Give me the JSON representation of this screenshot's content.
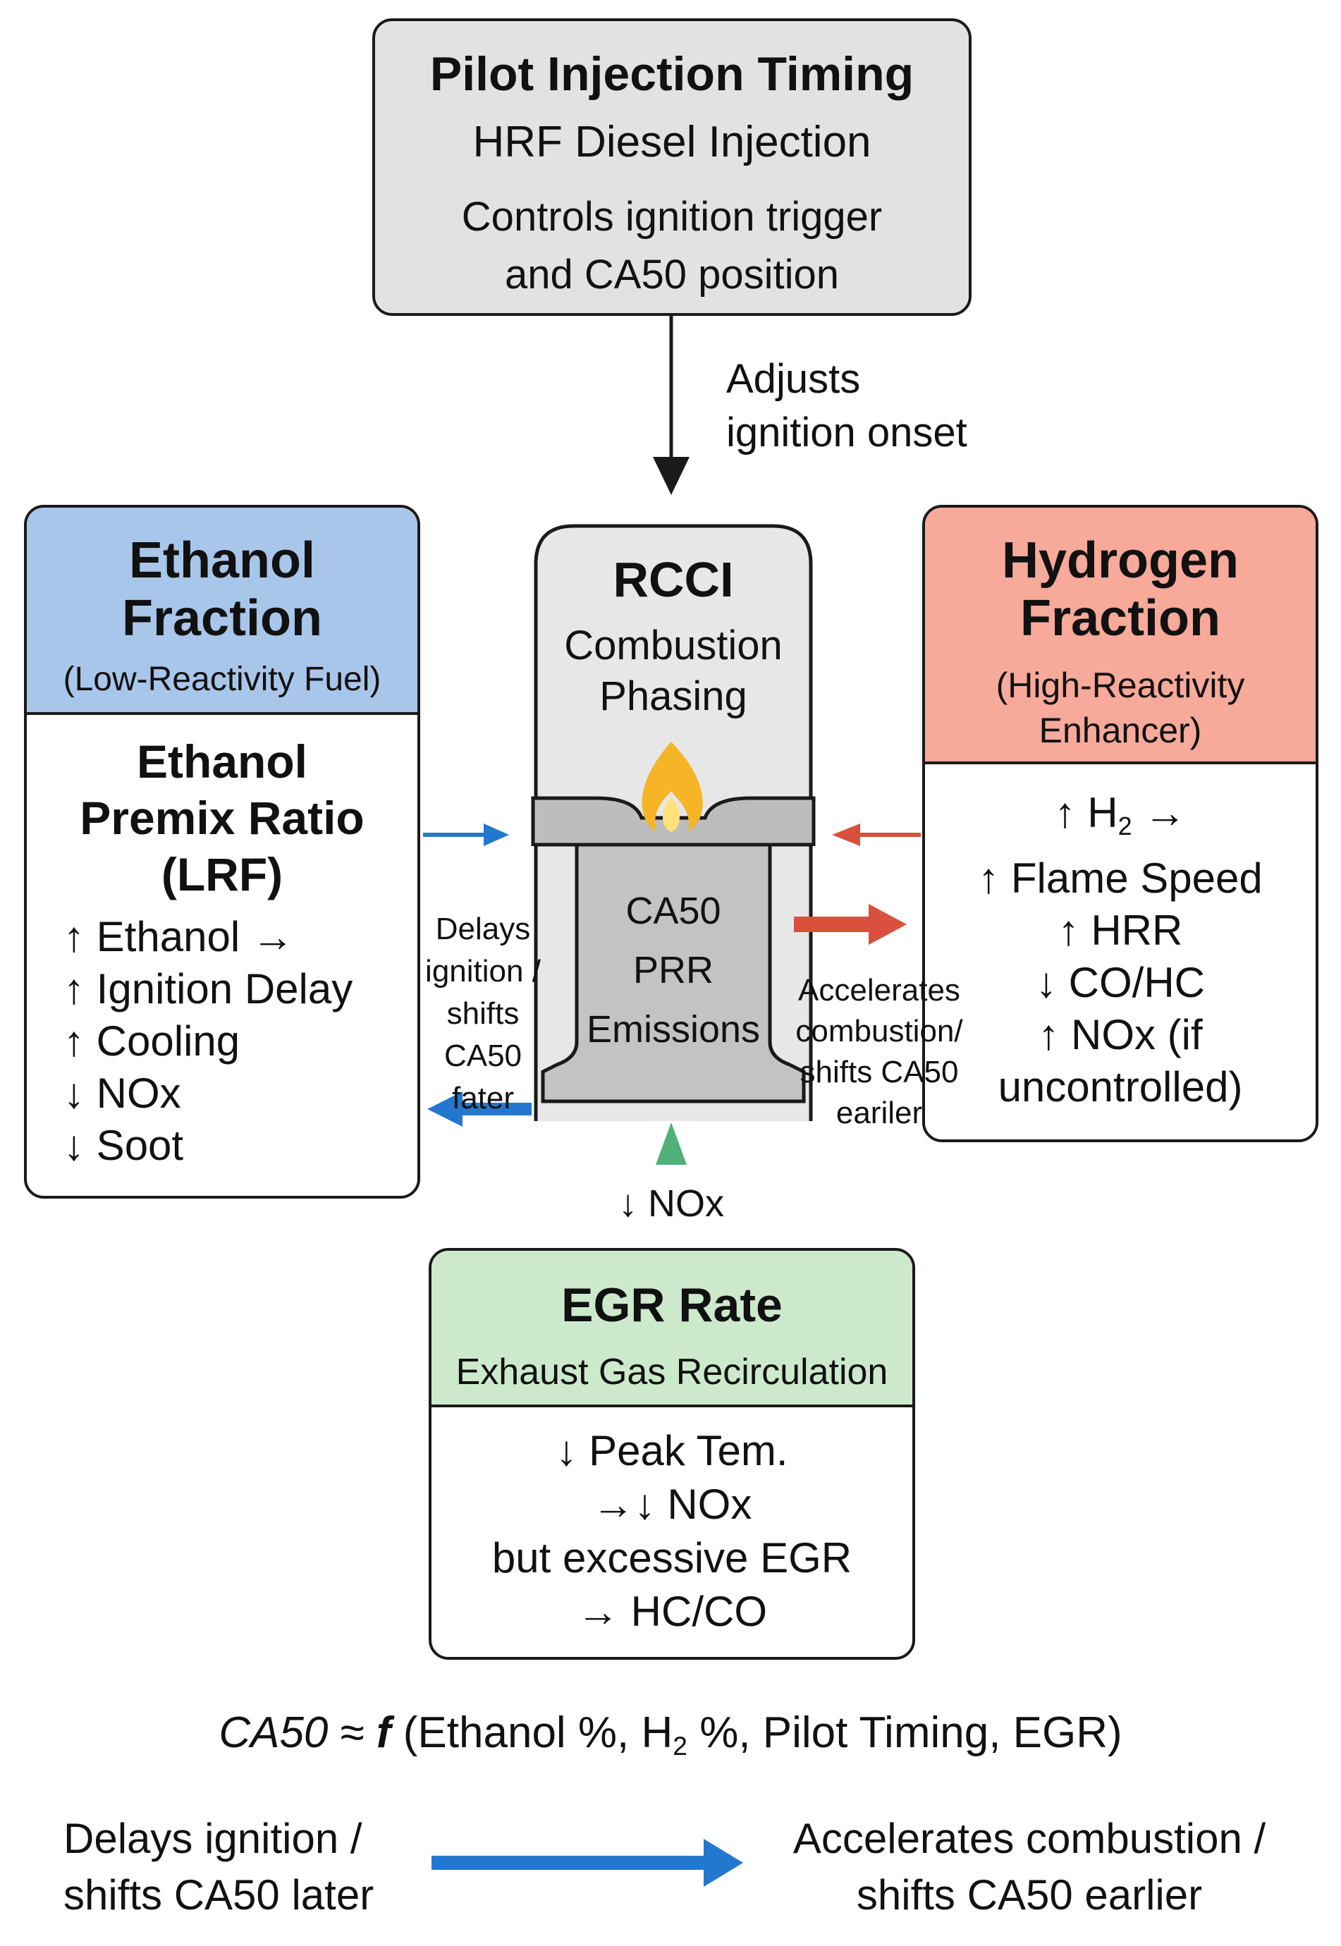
{
  "pilot": {
    "title": "Pilot Injection Timing",
    "subtitle": "HRF Diesel Injection",
    "desc_line1": "Controls ignition trigger",
    "desc_line2": "and CA50 position"
  },
  "pilot_arrow_label": {
    "line1": "Adjusts",
    "line2": "ignition onset"
  },
  "ethanol": {
    "title_line1": "Ethanol",
    "title_line2": "Fraction",
    "subtitle": "(Low-Reactivity Fuel)",
    "body_title_line1": "Ethanol",
    "body_title_line2": "Premix Ratio",
    "body_title_line3": "(LRF)",
    "effects": [
      "↑ Ethanol →",
      "↑ Ignition Delay",
      "↑ Cooling",
      "↓ NOx",
      "↓ Soot"
    ]
  },
  "ethanol_arrow_label": {
    "line1": "Delays",
    "line2": "ignition /",
    "line3": "shifts",
    "line4": "CA50 fater"
  },
  "rcci": {
    "title": "RCCI",
    "subtitle_line1": "Combustion",
    "subtitle_line2": "Phasing",
    "piston_line1": "CA50",
    "piston_line2": "PRR",
    "piston_line3": "Emissions"
  },
  "hydrogen": {
    "title_line1": "Hydrogen",
    "title_line2": "Fraction",
    "subtitle_line1": "(High-Reactivity",
    "subtitle_line2": "Enhancer)",
    "effect1_prefix": "↑ H",
    "effect1_sub": "2",
    "effect1_suffix": " →",
    "effects": [
      "↑ Flame Speed",
      "↑ HRR",
      "↓ CO/HC",
      "↑ NOx (if",
      "uncontrolled)"
    ]
  },
  "hydrogen_arrow_label": {
    "line1": "Accelerates",
    "line2": "combustion/",
    "line3": "shifts CA50",
    "line4": "eariler"
  },
  "egr_arrow_label": "↓ NOx",
  "egr": {
    "title": "EGR Rate",
    "subtitle": "Exhaust Gas Recirculation",
    "lines": [
      "↓ Peak Tem.",
      "→↓ NOx",
      "but excessive EGR",
      "→ HC/CO"
    ]
  },
  "formula": {
    "lhs": "CA50",
    "mid": " ≈ ",
    "f": "f",
    "args_a": " (Ethanol %,  H",
    "args_sub": "2",
    "args_b": " %, Pilot Timing, EGR)"
  },
  "legend": {
    "left_line1": "Delays ignition /",
    "left_line2": "shifts CA50 later",
    "right_line1": "Accelerates combustion /",
    "right_line2": "shifts CA50 earlier"
  },
  "colors": {
    "blue_arrow": "#2477cf",
    "red_arrow": "#d9513c",
    "green_arrow": "#4fb07a",
    "flame_outer": "#f6b527",
    "flame_inner": "#fde27a"
  }
}
